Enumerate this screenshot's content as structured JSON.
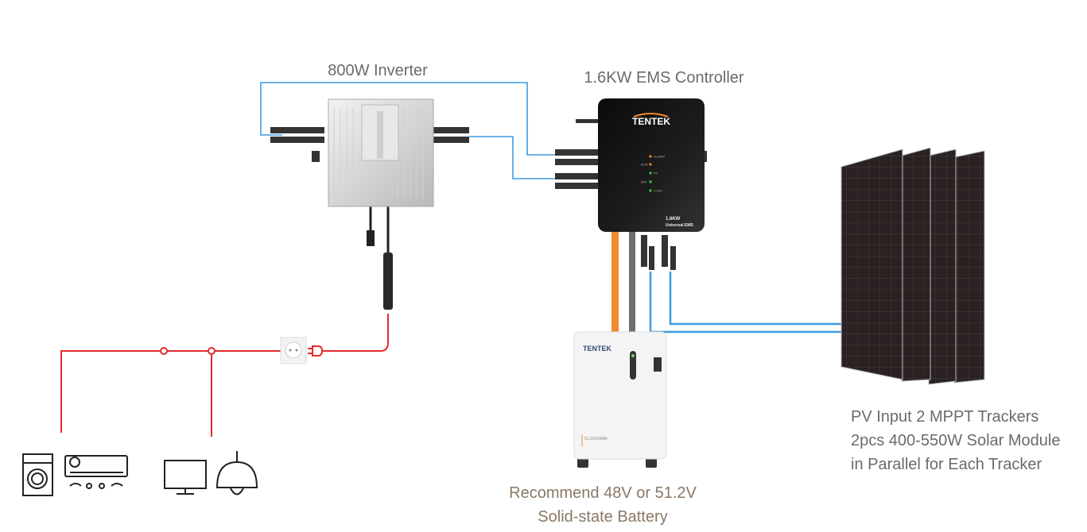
{
  "labels": {
    "inverter": "800W Inverter",
    "ems": "1.6KW EMS Controller",
    "battery": [
      "Recommend 48V or 51.2V",
      "Solid-state Battery"
    ],
    "pv": [
      "PV Input 2 MPPT Trackers",
      "2pcs 400-550W Solar Module",
      "in Parallel for Each Tracker"
    ]
  },
  "logos": {
    "ems_brand": "TENTEK",
    "battery_brand": "TENTEK",
    "ems_model": "1.6KW",
    "ems_model_sub": "Universal EMS",
    "battery_model": "51.2V/100Ah"
  },
  "ems_indicators": [
    "ALARM",
    "RUN",
    "PV",
    "BAT",
    "LOAD"
  ],
  "colors": {
    "ac_wire": "#e52b2b",
    "pv_wire": "#3d9be0",
    "battery_pos": "#f08a2c",
    "battery_neg": "#6e6e6e",
    "panel": "#2a2222",
    "label": "#6b6b6b",
    "battery_label": "#8a7866"
  },
  "icons": [
    "washing-machine-icon",
    "air-conditioner-icon",
    "monitor-icon",
    "ceiling-lamp-icon",
    "wall-socket-icon",
    "plug-icon"
  ]
}
